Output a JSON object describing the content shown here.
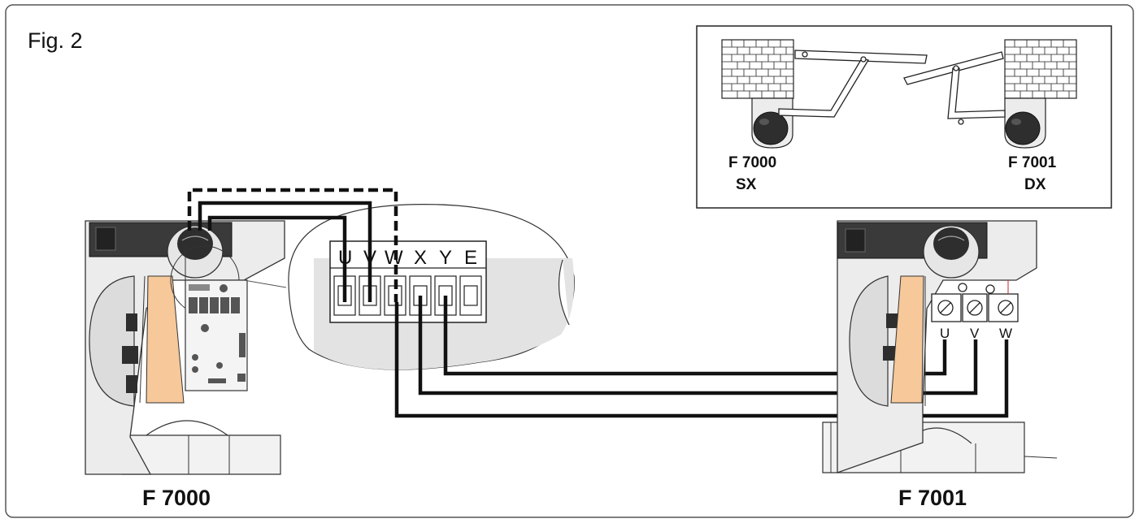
{
  "figure": {
    "label": "Fig. 2"
  },
  "inset": {
    "left_label_line1": "F 7000",
    "left_label_line2": "SX",
    "right_label_line1": "F 7001",
    "right_label_line2": "DX"
  },
  "units": {
    "left_label": "F 7000",
    "right_label": "F 7001"
  },
  "terminal_block": {
    "letters": [
      "U",
      "V",
      "W",
      "X",
      "Y",
      "E"
    ]
  },
  "right_terminals": {
    "letters": [
      "U",
      "V",
      "W"
    ]
  },
  "colors": {
    "frame": "#555555",
    "wire": "#111111",
    "motor_gray": "#e6e6e6",
    "dark_cover": "#3a3a3a",
    "orange_gear": "#f6c89a",
    "zoom_fill": "#e3e3e3"
  }
}
